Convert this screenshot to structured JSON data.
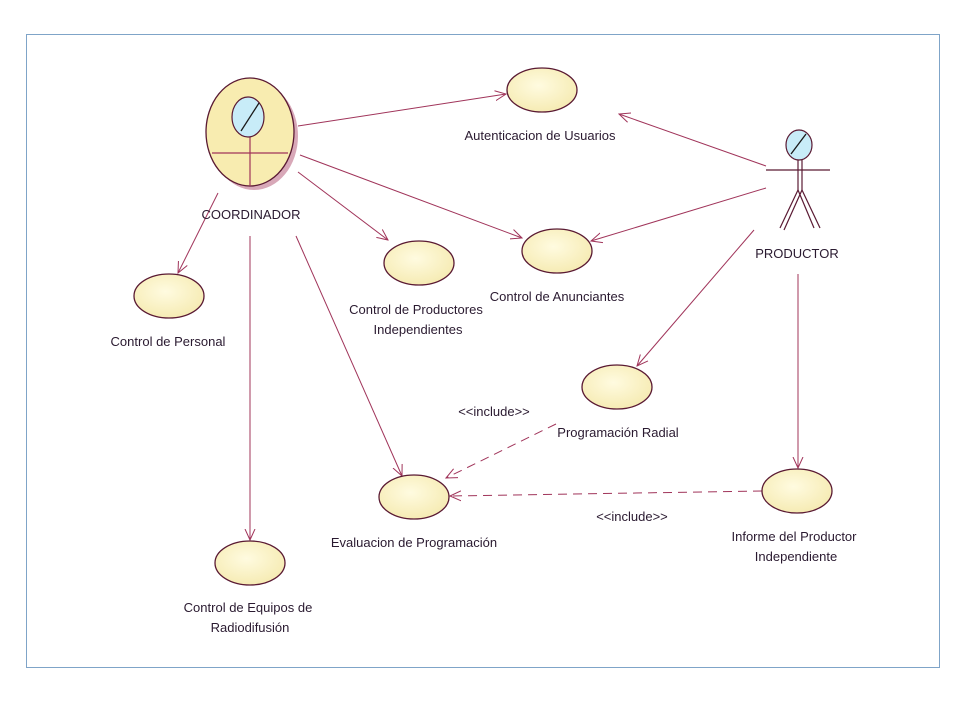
{
  "actors": {
    "coordinador": "COORDINADOR",
    "productor": "PRODUCTOR"
  },
  "use_cases": {
    "autenticacion": "Autenticacion de Usuarios",
    "anunciantes": "Control de Anunciantes",
    "productores_l1": "Control de Productores",
    "productores_l2": "Independientes",
    "personal": "Control de Personal",
    "radial": "Programación Radial",
    "evaluacion": "Evaluacion de Programación",
    "informe_l1": "Informe del Productor",
    "informe_l2": "Independiente",
    "equipos_l1": "Control de Equipos de",
    "equipos_l2": "Radiodifusión"
  },
  "relations": {
    "include_1": "<<include>>",
    "include_2": "<<include>>"
  },
  "colors": {
    "use_case_fill": "#fbf5c6",
    "use_case_stroke": "#5a1a33",
    "line": "#a0345a",
    "frame": "#7fa4c8",
    "actor_head": "#c8ecf8"
  }
}
